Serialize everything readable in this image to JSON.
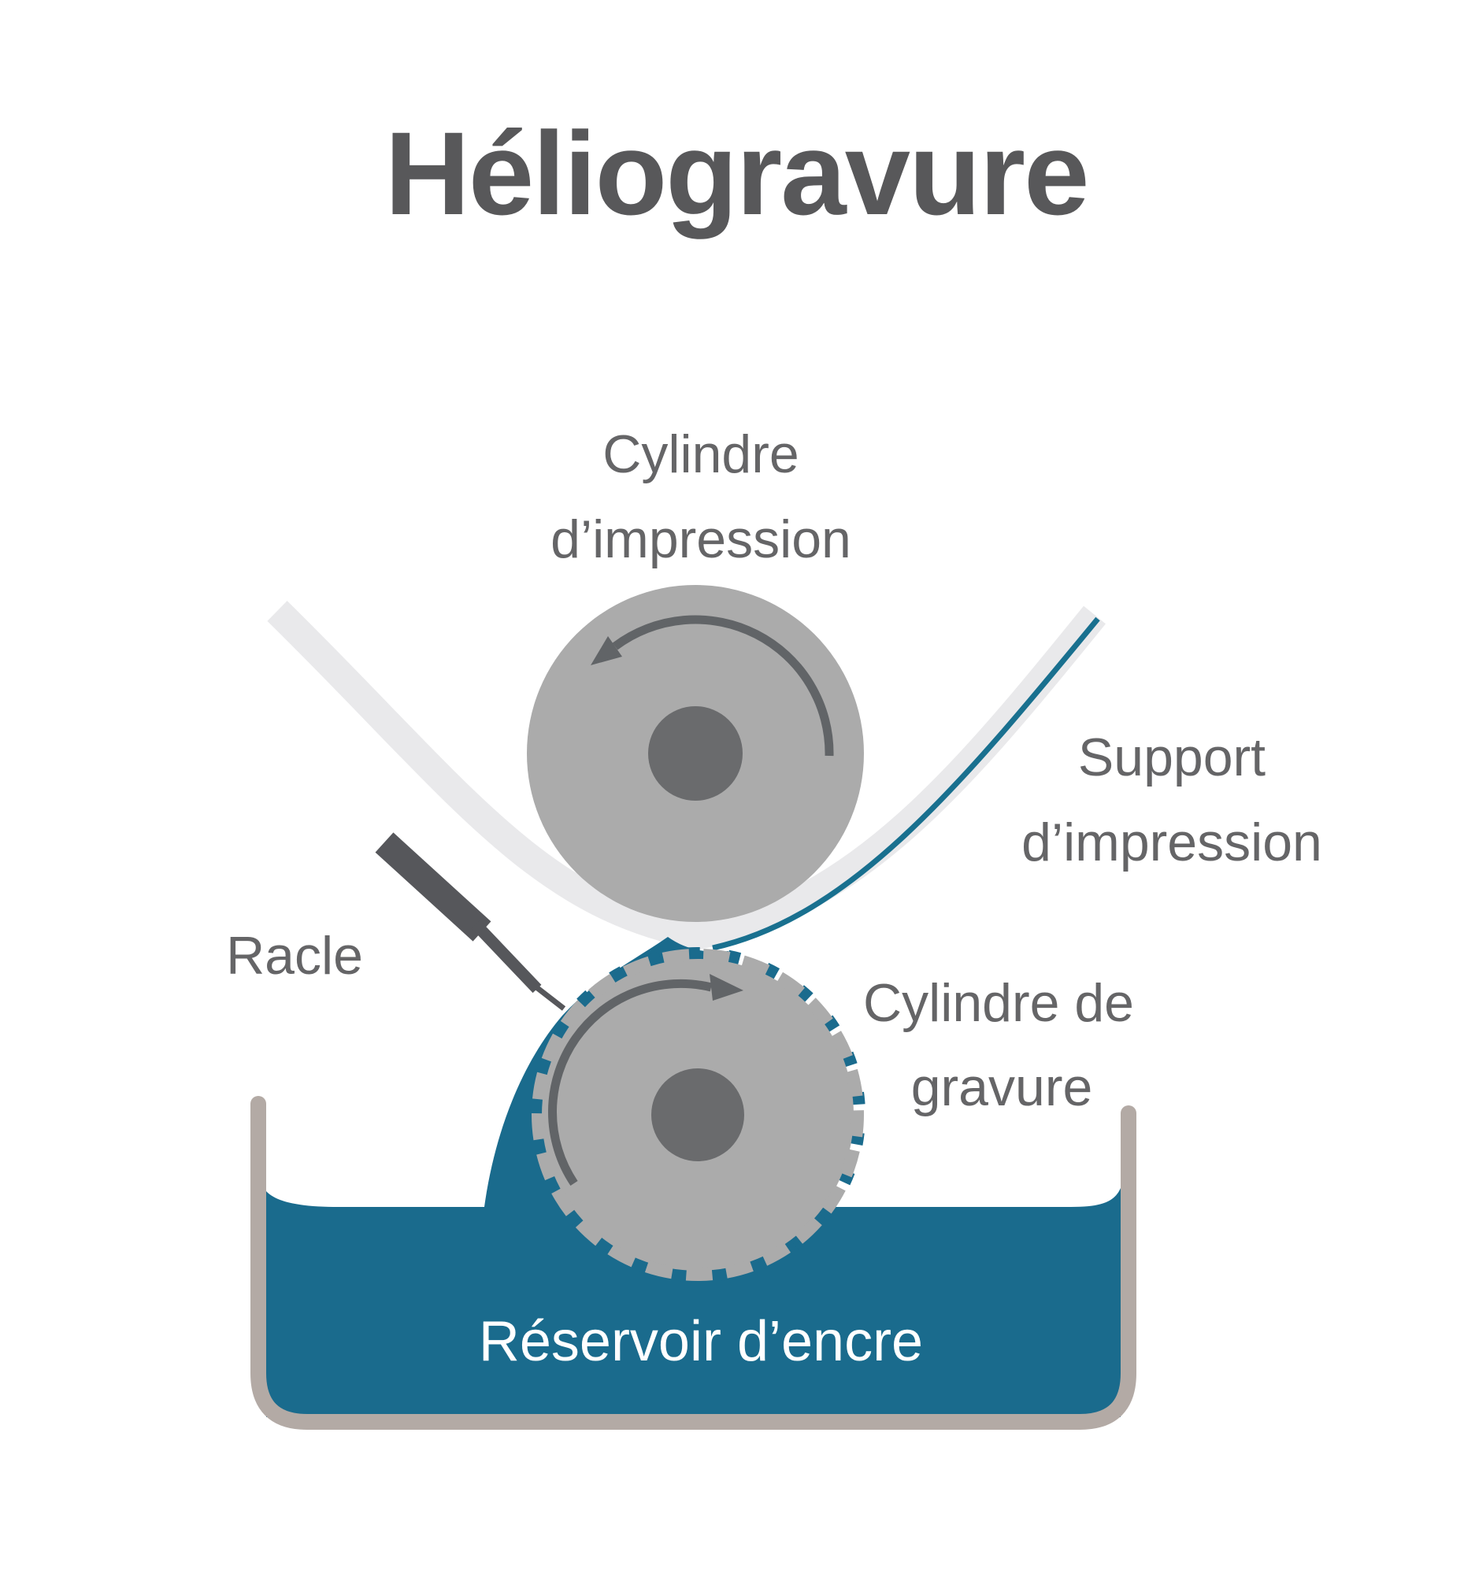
{
  "title": "Héliogravure",
  "labels": {
    "impression_cylinder_line1": "Cylindre",
    "impression_cylinder_line2": "d’impression",
    "substrate_line1": "Support",
    "substrate_line2": "d’impression",
    "doctor_blade": "Racle",
    "gravure_cylinder_line1": "Cylindre de",
    "gravure_cylinder_line2": "gravure",
    "ink_reservoir": "Réservoir d’encre"
  },
  "colors": {
    "title_gray": "#58585A",
    "label_gray": "#656567",
    "cylinder_gray": "#ABABAB",
    "hub_gray": "#6A6B6D",
    "arrow_gray": "#616467",
    "web_gray": "#E9E9EB",
    "ink": "#1A6B8D",
    "ink_line": "#19708F",
    "blade_gray": "#56575B",
    "tank_tan": "#B3AAA5",
    "white": "#FFFFFF"
  }
}
